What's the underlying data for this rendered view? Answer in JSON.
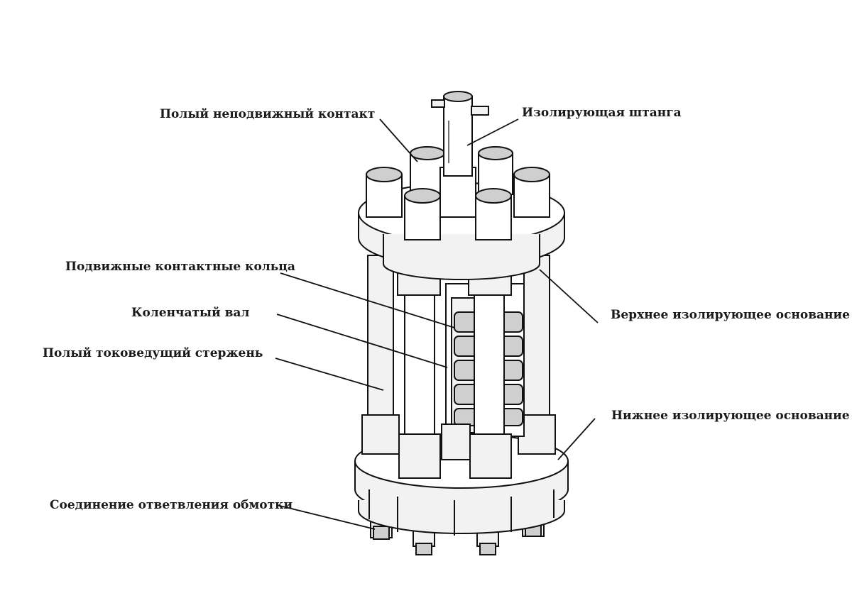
{
  "labels": {
    "hollow_fixed_contact": "Полый неподвижный контакт",
    "insulating_rod": "Изолирующая штанга",
    "movable_contact_rings": "Подвижные контактные кольца",
    "crankshaft": "Коленчатый вал",
    "hollow_current_rod": "Полый токоведущий стержень",
    "upper_insulating_base": "Верхнее изолирующее основание",
    "lower_insulating_base": "Нижнее изолирующее основание",
    "winding_tap_connection": "Соединение ответвления обмотки"
  }
}
